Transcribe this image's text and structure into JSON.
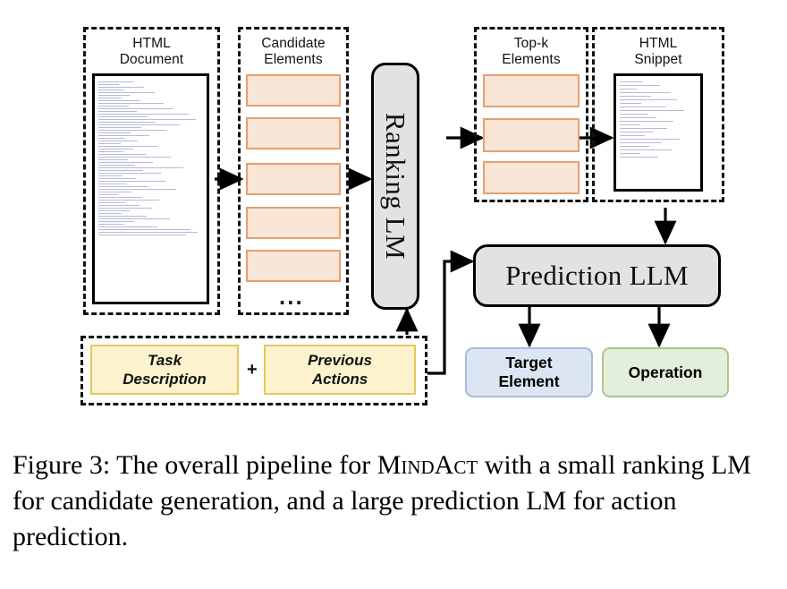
{
  "figure": {
    "caption_prefix": "Figure 3:",
    "caption_part1": " The overall pipeline for ",
    "caption_smallcaps": "MindAct",
    "caption_part2": " with a small ranking LM for candidate generation, and a large prediction LM for action prediction.",
    "caption_full": "Figure 3: The overall pipeline for MindAct with a small ranking LM for candidate generation, and a large prediction LM for action prediction."
  },
  "groups": {
    "html_document": {
      "label": "HTML\nDocument"
    },
    "candidate_elements": {
      "label": "Candidate\nElements",
      "count": 5,
      "ellipsis": "..."
    },
    "topk_elements": {
      "label": "Top-k\nElements",
      "count": 3
    },
    "html_snippet": {
      "label": "HTML\nSnippet"
    },
    "inputs": {
      "plus": "+"
    }
  },
  "models": {
    "ranking_lm": {
      "label": "Ranking LM"
    },
    "prediction_llm": {
      "label": "Prediction LLM"
    }
  },
  "inputs": {
    "task_description": {
      "label": "Task\nDescription"
    },
    "previous_actions": {
      "label": "Previous\nActions"
    }
  },
  "outputs": {
    "target_element": {
      "label": "Target\nElement"
    },
    "operation": {
      "label": "Operation"
    }
  },
  "colors": {
    "chip_fill": "#F8E5D6",
    "chip_border": "#E3A171",
    "input_fill": "#FCF2CE",
    "input_border": "#E7C65F",
    "model_fill": "#E2E2E2",
    "model_border": "#000000",
    "target_fill": "#DCE6F2",
    "target_border": "#A3BCDC",
    "operation_fill": "#E3EFDA",
    "operation_border": "#ABC68C",
    "group_border": "#111111",
    "background": "#FFFFFF"
  },
  "flow": {
    "edges": [
      {
        "from": "html_document",
        "to": "candidate_elements"
      },
      {
        "from": "candidate_elements",
        "to": "ranking_lm"
      },
      {
        "from": "ranking_lm",
        "to": "topk_elements"
      },
      {
        "from": "topk_elements",
        "to": "html_snippet"
      },
      {
        "from": "html_snippet",
        "to": "prediction_llm"
      },
      {
        "from": "inputs",
        "to": "ranking_lm"
      },
      {
        "from": "inputs",
        "to": "prediction_llm"
      },
      {
        "from": "prediction_llm",
        "to": "target_element"
      },
      {
        "from": "prediction_llm",
        "to": "operation"
      }
    ]
  }
}
